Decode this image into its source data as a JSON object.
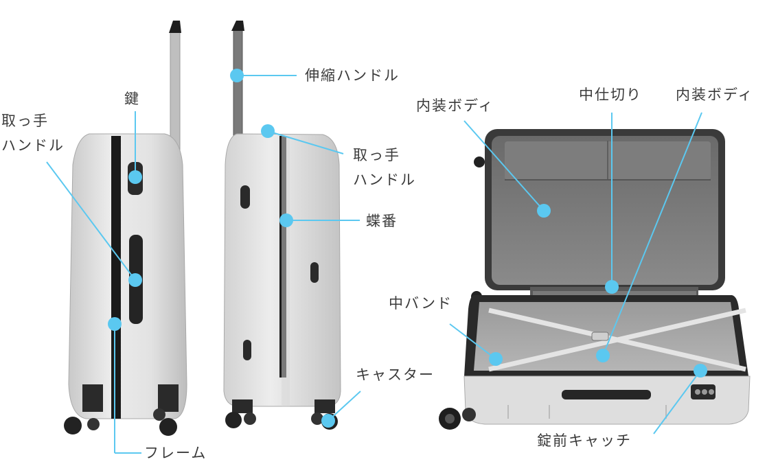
{
  "accent_color": "#5bc8f0",
  "labels": {
    "telescopic_handle": "伸縮ハンドル",
    "key": "鍵",
    "grab_handle_left": [
      "取っ手",
      "ハンドル"
    ],
    "grab_handle_right": [
      "取っ手",
      "ハンドル"
    ],
    "hinge": "蝶番",
    "casters": "キャスター",
    "frame": "フレーム",
    "inner_body_left": "内装ボディ",
    "inner_body_right": "内装ボディ",
    "divider": "中仕切り",
    "middle_band": "中バンド",
    "lock_latch": "錠前キャッチ"
  }
}
